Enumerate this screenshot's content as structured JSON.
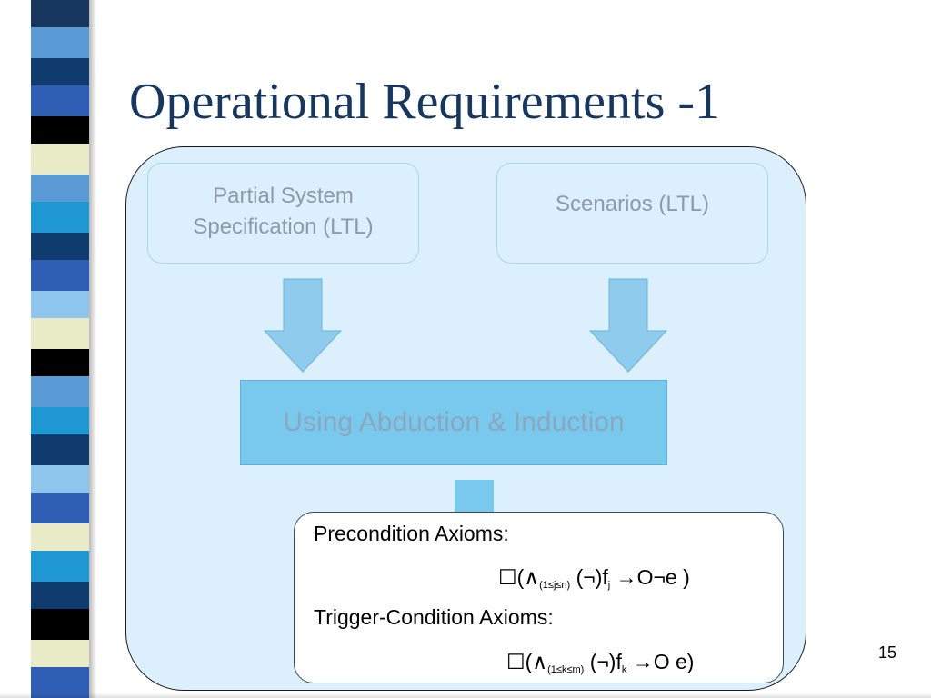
{
  "slide": {
    "title": "Operational Requirements -1",
    "page_number": "15"
  },
  "diagram": {
    "inputs": {
      "specification": {
        "line1": "Partial System",
        "line2": "Specification (LTL)"
      },
      "scenarios": {
        "label": "Scenarios (LTL)"
      }
    },
    "process": {
      "label": "Using Abduction & Induction"
    },
    "output": {
      "precondition": {
        "heading": "Precondition Axioms:",
        "formula": {
          "box": "☐",
          "open": "(∧",
          "range": "(1≤j≤n)",
          "middle": " (¬)f",
          "index": "j",
          "tail": " →O¬e )"
        }
      },
      "trigger": {
        "heading": "Trigger-Condition Axioms:",
        "formula": {
          "box": "☐",
          "open": "(∧",
          "range": "(1≤k≤m)",
          "middle": "  (¬)f",
          "index": "k",
          "tail": " →O e)"
        }
      }
    }
  },
  "colors": {
    "title": "#17375e",
    "outer_panel": "#dbeffc",
    "process_box": "#79c9ee",
    "arrow_fill": "#8fcbec",
    "muted_text": "#8a9ca8"
  },
  "decoration": {
    "stripes": [
      "#17375e",
      "#5b9bd5",
      "#0f3b6e",
      "#2f5fb4",
      "#000000",
      "#e9eac6",
      "#5b9bd5",
      "#1f97d2",
      "#0f3b6e",
      "#2f5fb4",
      "#8fc6ee",
      "#e9eac6",
      "#000000",
      "#5b9bd5",
      "#1f97d2",
      "#0f3b6e",
      "#8fc6ee",
      "#2f5fb4",
      "#e9eac6",
      "#1f97d2",
      "#0f3b6e",
      "#000000",
      "#e9eac6",
      "#2f5fb4"
    ]
  }
}
